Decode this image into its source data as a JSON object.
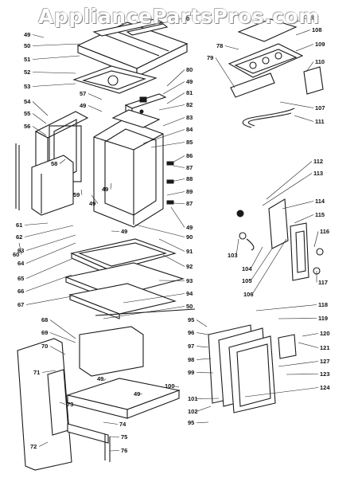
{
  "watermark": "AppliancePartsPros.com",
  "callouts": {
    "c50a": "50",
    "c107a": "107",
    "c49a": "49",
    "c78": "78",
    "c108": "108",
    "c50b": "50",
    "c51": "51",
    "c109": "109",
    "c79": "79",
    "c52": "52",
    "c110": "110",
    "c53": "53",
    "c80": "80",
    "c49b": "49",
    "c57": "57",
    "c81": "81",
    "c49c": "49",
    "c82": "82",
    "c107b": "107",
    "c54": "54",
    "c55": "55",
    "c83": "83",
    "c111": "111",
    "c56": "56",
    "c84": "84",
    "c85": "85",
    "c58": "58",
    "c86": "86",
    "c87a": "87",
    "c49d": "49",
    "c88": "88",
    "c112": "112",
    "c59": "59",
    "c49e": "49",
    "c89": "89",
    "c113": "113",
    "c114": "114",
    "c87b": "87",
    "c115": "115",
    "c61": "61",
    "c49f": "49",
    "c62": "62",
    "c90": "90",
    "c116": "116",
    "c60": "60",
    "c63": "63",
    "c49g": "49",
    "c91": "91",
    "c103": "103",
    "c64": "64",
    "c104": "104",
    "c92": "92",
    "c65": "65",
    "c105": "105",
    "c117": "117",
    "c66": "66",
    "c93": "93",
    "c106": "106",
    "c67": "67",
    "c94": "94",
    "c50c": "50",
    "c118": "118",
    "c68": "68",
    "c95a": "95",
    "c119": "119",
    "c96": "96",
    "c120": "120",
    "c69": "69",
    "c97": "97",
    "c121": "121",
    "c70": "70",
    "c98": "98",
    "c127": "127",
    "c71": "71",
    "c49h": "49",
    "c99": "99",
    "c123": "123",
    "c49i": "49",
    "c100": "100",
    "c124": "124",
    "c101": "101",
    "c73": "73",
    "c102": "102",
    "c74": "74",
    "c95b": "95",
    "c72": "72",
    "c75": "75",
    "c76": "76"
  }
}
